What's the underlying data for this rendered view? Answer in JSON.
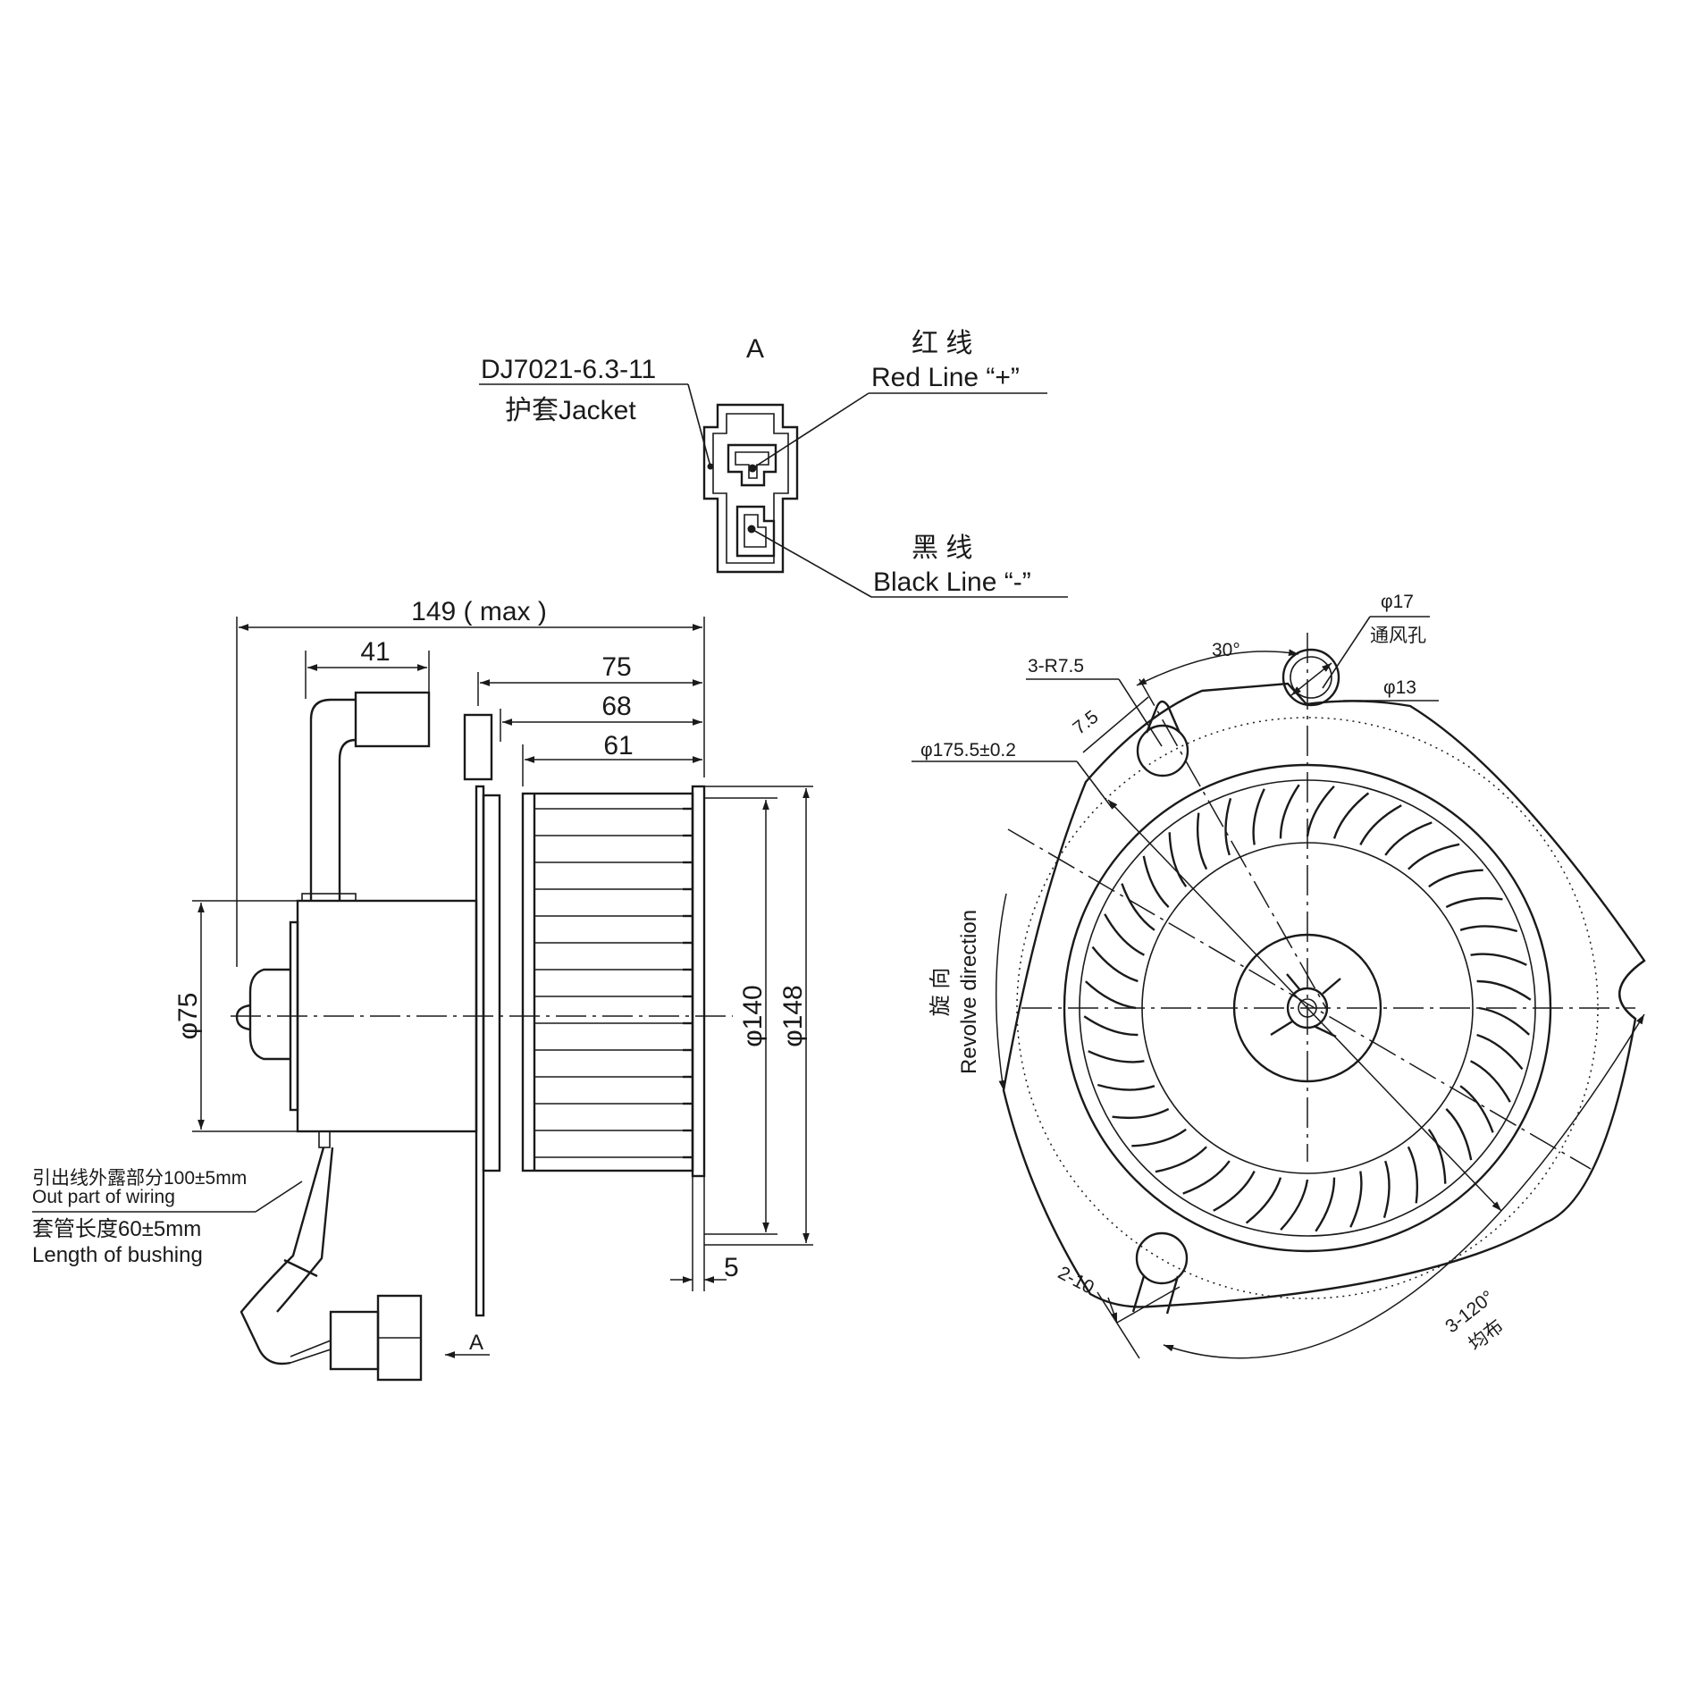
{
  "connector_view": {
    "view_letter": "A",
    "part_no": "DJ7021-6.3-11",
    "jacket": "护套Jacket",
    "red_cn": "红 线",
    "red_en": "Red Line “+”",
    "black_cn": "黑 线",
    "black_en": "Black Line “-”"
  },
  "side_view": {
    "dim_overall": "149 ( max )",
    "dim_41": "41",
    "dim_75": "75",
    "dim_68": "68",
    "dim_61": "61",
    "dim_phi75": "φ75",
    "dim_phi140": "φ140",
    "dim_phi148": "φ148",
    "dim_5": "5",
    "wiring_cn": "引出线外露部分100±5mm",
    "wiring_en": "Out part of wiring",
    "bushing_cn": "套管长度60±5mm",
    "bushing_en": "Length of bushing",
    "view_arrow": "A"
  },
  "front_view": {
    "vent_dia": "φ17",
    "vent_cn": "通风孔",
    "vent_inner": "φ13",
    "angle": "30°",
    "slot_radius": "3-R7.5",
    "slot_width": "7.5",
    "pcd": "φ175.5±0.2",
    "rotation_cn": "旋 向",
    "rotation_en": "Revolve direction",
    "holes": "2-10",
    "spacing": "3-120°",
    "spacing_cn": "均布"
  }
}
